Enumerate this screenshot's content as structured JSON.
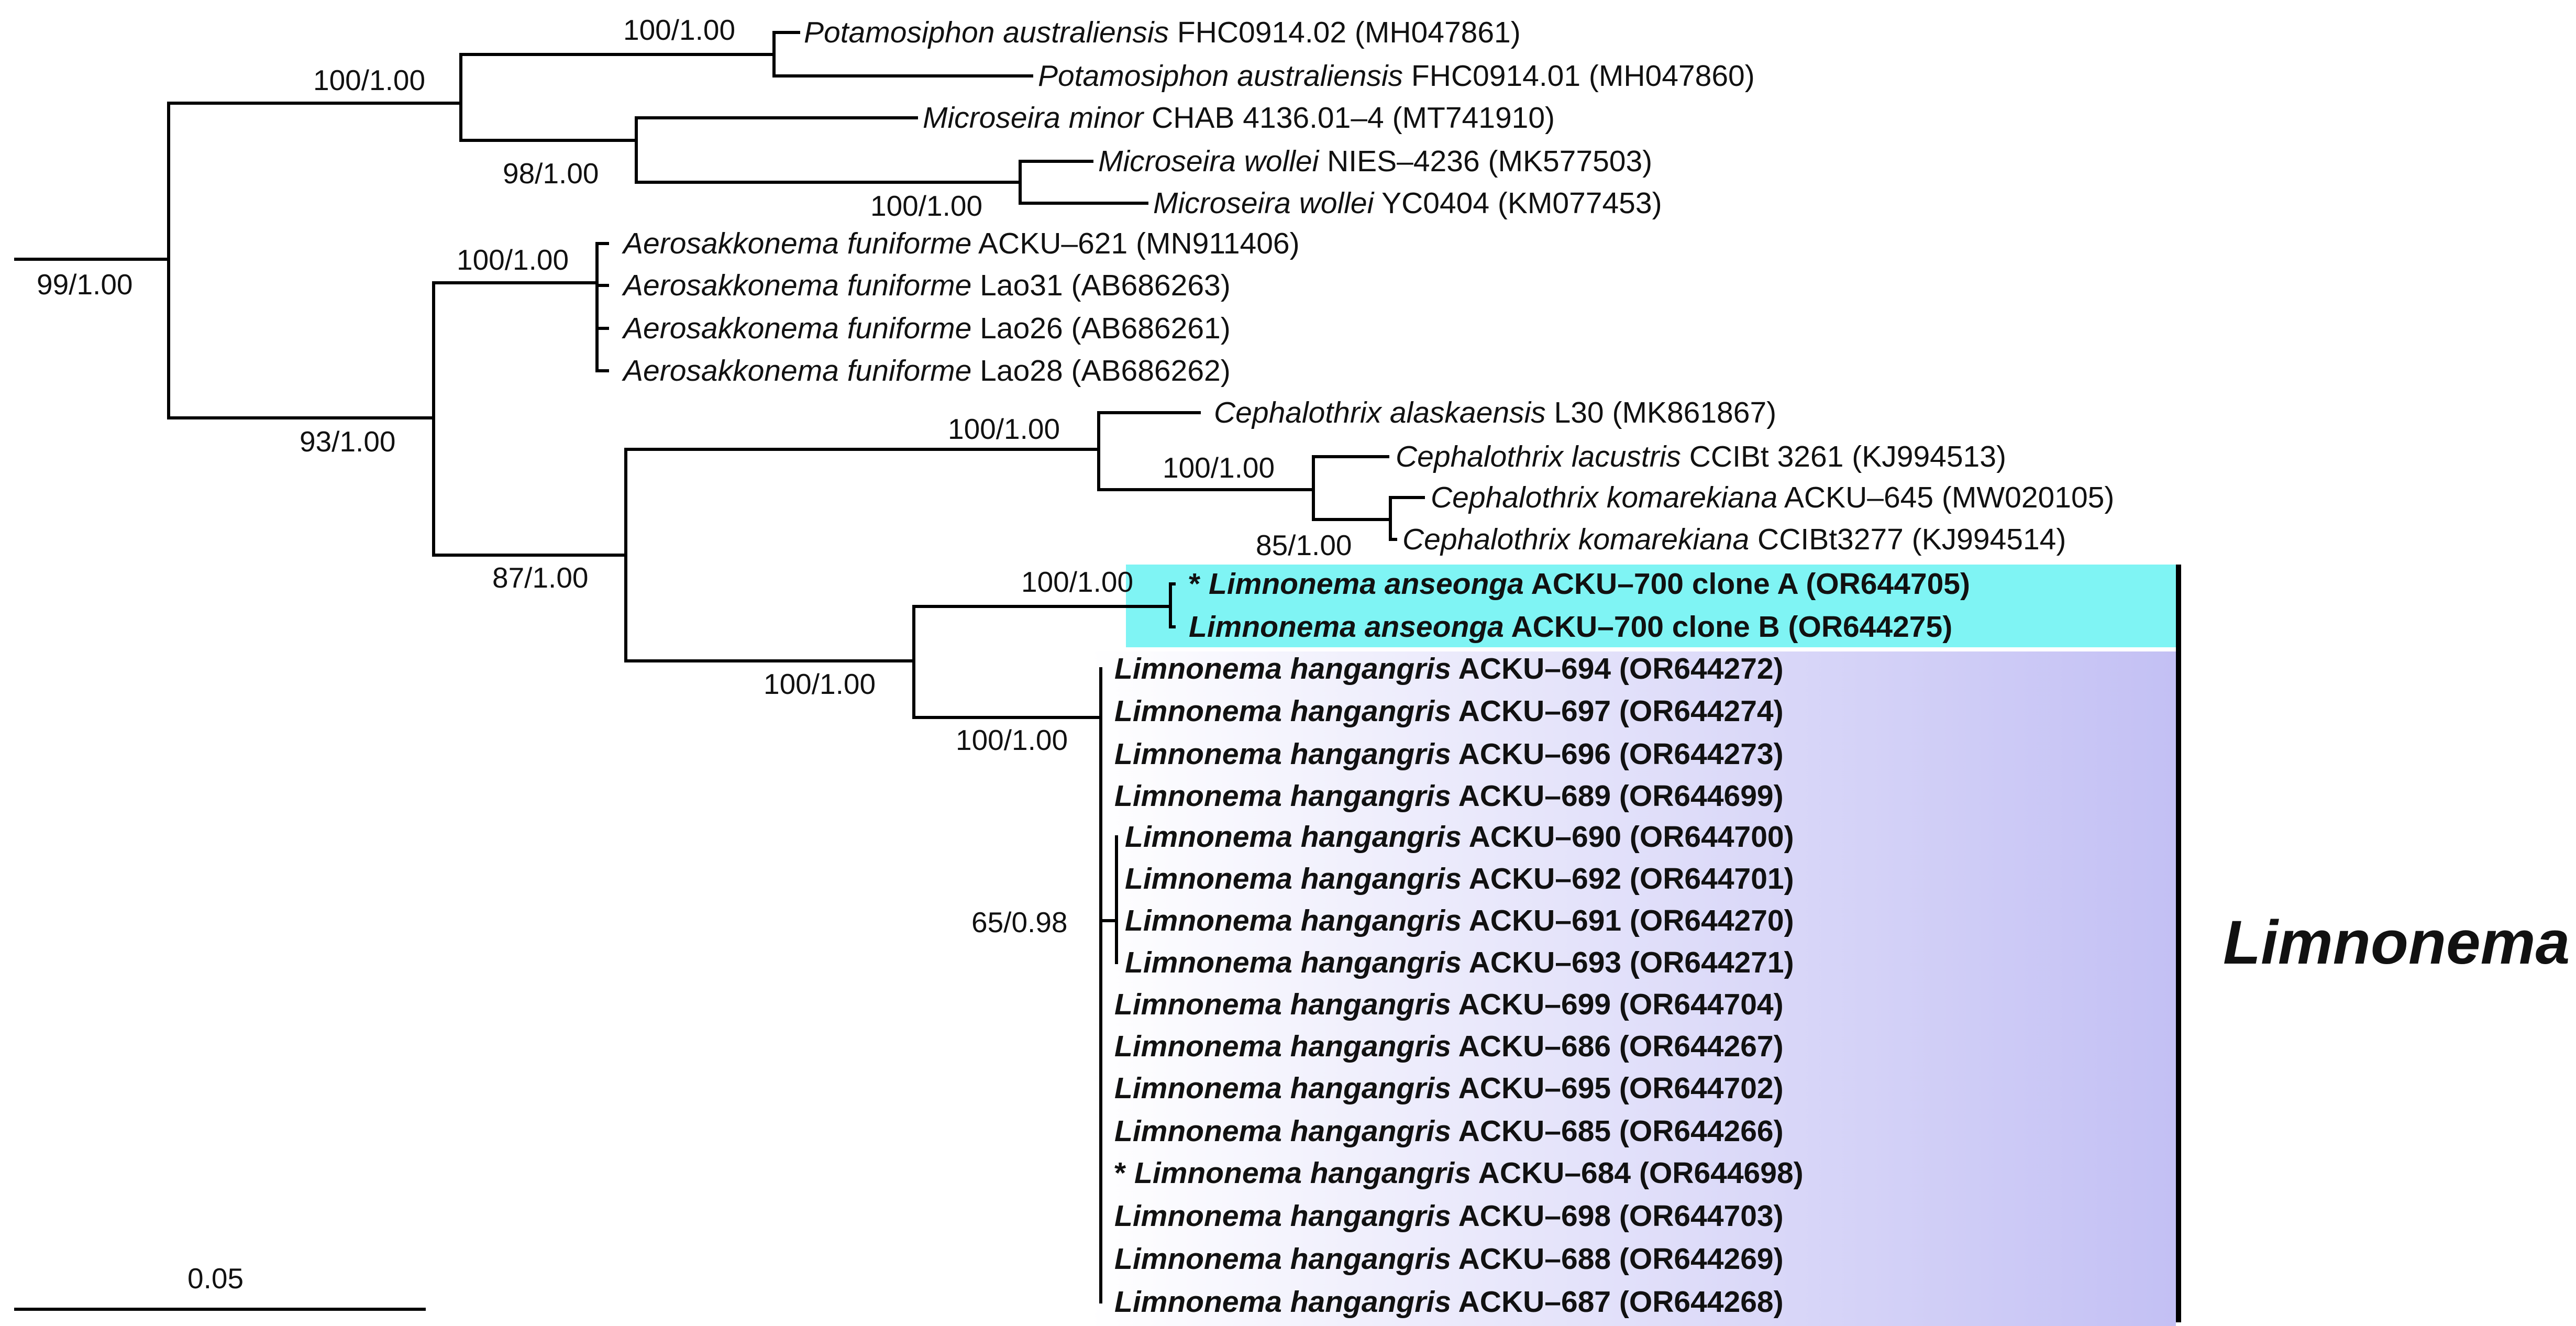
{
  "tree": {
    "scale_bar": {
      "label": "0.05"
    },
    "clade_label": "Limnonema",
    "colors": {
      "anseonga_highlight": "#7ff4f4",
      "hangangris_gradient_start": "#ffffff",
      "hangangris_gradient_end": "#c3c0f4",
      "clade_bar": "#000000"
    },
    "tips": [
      {
        "marker": "",
        "genus": "Potamosiphon",
        "species": "australiensis",
        "strain": "FHC0914.02",
        "accession": "(MH047861)",
        "bold": false
      },
      {
        "marker": "",
        "genus": "Potamosiphon",
        "species": "australiensis",
        "strain": "FHC0914.01",
        "accession": "(MH047860)",
        "bold": false
      },
      {
        "marker": "",
        "genus": "Microseira",
        "species": "minor",
        "strain": "CHAB 4136.01–4",
        "accession": "(MT741910)",
        "bold": false
      },
      {
        "marker": "",
        "genus": "Microseira",
        "species": "wollei",
        "strain": "NIES–4236",
        "accession": "(MK577503)",
        "bold": false
      },
      {
        "marker": "",
        "genus": "Microseira",
        "species": "wollei",
        "strain": "YC0404",
        "accession": "(KM077453)",
        "bold": false
      },
      {
        "marker": "",
        "genus": "Aerosakkonema",
        "species": "funiforme",
        "strain": "ACKU–621",
        "accession": "(MN911406)",
        "bold": false
      },
      {
        "marker": "",
        "genus": "Aerosakkonema",
        "species": "funiforme",
        "strain": "Lao31",
        "accession": "(AB686263)",
        "bold": false
      },
      {
        "marker": "",
        "genus": "Aerosakkonema",
        "species": "funiforme",
        "strain": "Lao26",
        "accession": "(AB686261)",
        "bold": false
      },
      {
        "marker": "",
        "genus": "Aerosakkonema",
        "species": "funiforme",
        "strain": "Lao28",
        "accession": "(AB686262)",
        "bold": false
      },
      {
        "marker": "",
        "genus": "Cephalothrix",
        "species": "alaskaensis",
        "strain": "L30",
        "accession": "(MK861867)",
        "bold": false
      },
      {
        "marker": "",
        "genus": "Cephalothrix",
        "species": "lacustris",
        "strain": "CCIBt 3261",
        "accession": "(KJ994513)",
        "bold": false
      },
      {
        "marker": "",
        "genus": "Cephalothrix",
        "species": "komarekiana",
        "strain": "ACKU–645",
        "accession": "(MW020105)",
        "bold": false
      },
      {
        "marker": "",
        "genus": "Cephalothrix",
        "species": "komarekiana",
        "strain": "CCIBt3277",
        "accession": "(KJ994514)",
        "bold": false
      },
      {
        "marker": "*",
        "genus": "Limnonema",
        "species": "anseonga",
        "strain": "ACKU–700 clone A",
        "accession": "(OR644705)",
        "bold": true
      },
      {
        "marker": "",
        "genus": "Limnonema",
        "species": "anseonga",
        "strain": "ACKU–700 clone B",
        "accession": "(OR644275)",
        "bold": true
      },
      {
        "marker": "",
        "genus": "Limnonema",
        "species": "hangangris",
        "strain": "ACKU–694",
        "accession": "(OR644272)",
        "bold": true
      },
      {
        "marker": "",
        "genus": "Limnonema",
        "species": "hangangris",
        "strain": "ACKU–697",
        "accession": "(OR644274)",
        "bold": true
      },
      {
        "marker": "",
        "genus": "Limnonema",
        "species": "hangangris",
        "strain": "ACKU–696",
        "accession": "(OR644273)",
        "bold": true
      },
      {
        "marker": "",
        "genus": "Limnonema",
        "species": "hangangris",
        "strain": "ACKU–689",
        "accession": "(OR644699)",
        "bold": true
      },
      {
        "marker": "",
        "genus": "Limnonema",
        "species": "hangangris",
        "strain": "ACKU–690",
        "accession": "(OR644700)",
        "bold": true
      },
      {
        "marker": "",
        "genus": "Limnonema",
        "species": "hangangris",
        "strain": "ACKU–692",
        "accession": "(OR644701)",
        "bold": true
      },
      {
        "marker": "",
        "genus": "Limnonema",
        "species": "hangangris",
        "strain": "ACKU–691",
        "accession": "(OR644270)",
        "bold": true
      },
      {
        "marker": "",
        "genus": "Limnonema",
        "species": "hangangris",
        "strain": "ACKU–693",
        "accession": "(OR644271)",
        "bold": true
      },
      {
        "marker": "",
        "genus": "Limnonema",
        "species": "hangangris",
        "strain": "ACKU–699",
        "accession": "(OR644704)",
        "bold": true
      },
      {
        "marker": "",
        "genus": "Limnonema",
        "species": "hangangris",
        "strain": "ACKU–686",
        "accession": "(OR644267)",
        "bold": true
      },
      {
        "marker": "",
        "genus": "Limnonema",
        "species": "hangangris",
        "strain": "ACKU–695",
        "accession": "(OR644702)",
        "bold": true
      },
      {
        "marker": "",
        "genus": "Limnonema",
        "species": "hangangris",
        "strain": "ACKU–685",
        "accession": "(OR644266)",
        "bold": true
      },
      {
        "marker": "*",
        "genus": "Limnonema",
        "species": "hangangris",
        "strain": "ACKU–684",
        "accession": "(OR644698)",
        "bold": true
      },
      {
        "marker": "",
        "genus": "Limnonema",
        "species": "hangangris",
        "strain": "ACKU–698",
        "accession": "(OR644703)",
        "bold": true
      },
      {
        "marker": "",
        "genus": "Limnonema",
        "species": "hangangris",
        "strain": "ACKU–688",
        "accession": "(OR644269)",
        "bold": true
      },
      {
        "marker": "",
        "genus": "Limnonema",
        "species": "hangangris",
        "strain": "ACKU–687",
        "accession": "(OR644268)",
        "bold": true
      }
    ],
    "supports": {
      "root": "99/1.00",
      "potamosiphon_microseira": "100/1.00",
      "potamosiphon": "100/1.00",
      "microseira": "98/1.00",
      "microseira_wollei": "100/1.00",
      "aerosakkonema_cephalothrix_limnonema": "93/1.00",
      "aerosakkonema": "100/1.00",
      "cephalothrix_limnonema": "87/1.00",
      "cephalothrix": "100/1.00",
      "cephalothrix_lacustris_komarekiana": "100/1.00",
      "cephalothrix_komarekiana": "85/1.00",
      "limnonema": "100/1.00",
      "limnonema_anseonga": "100/1.00",
      "limnonema_hangangris": "100/1.00",
      "hangangris_subclade": "65/0.98"
    }
  }
}
